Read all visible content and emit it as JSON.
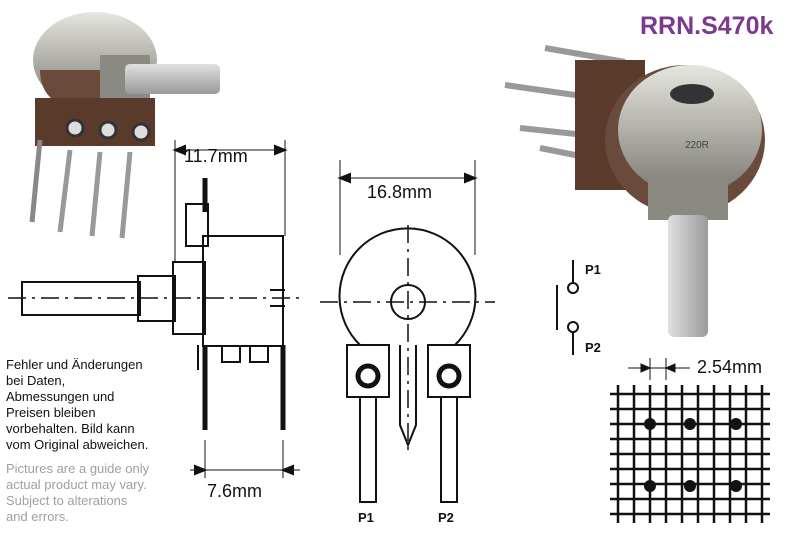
{
  "title": "RRN.S470k",
  "dimensions": {
    "width_top": "11.7mm",
    "diameter": "16.8mm",
    "pin_spacing": "7.6mm",
    "grid_pitch": "2.54mm"
  },
  "pins": {
    "p1": "P1",
    "p2": "P2"
  },
  "body_marking": "220R",
  "notes": {
    "de": [
      "Fehler und Änderungen",
      "bei Daten,",
      "Abmessungen und",
      "Preisen bleiben",
      "vorbehalten. Bild kann",
      "vom Original abweichen."
    ],
    "en": [
      "Pictures are a guide only",
      "actual product may vary.",
      "Subject to alterations",
      "and errors."
    ]
  },
  "colors": {
    "title": "#7b3a8e",
    "note_en": "#a0a0a0",
    "metal": "#b8b8b0",
    "housing": "#5a3a2a",
    "shaft": "#c8c8c8"
  }
}
